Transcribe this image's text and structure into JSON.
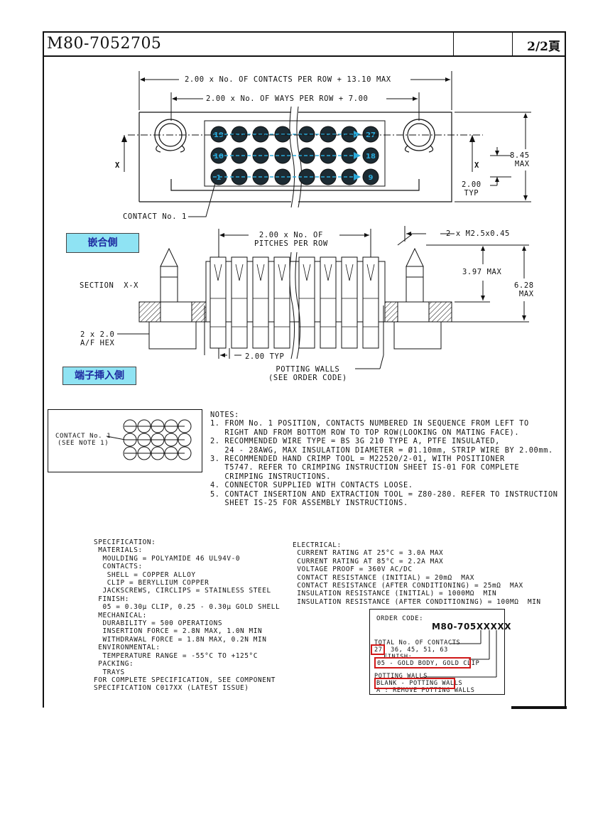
{
  "header": {
    "part_number": "M80-7052705",
    "page": "2/2頁"
  },
  "labels": {
    "mating_side": "嵌合側",
    "terminal_side": "端子挿入側"
  },
  "dimensions": {
    "overall_length": "2.00 x No. OF CONTACTS PER ROW + 13.10 MAX",
    "ways_length": "2.00 x No. OF WAYS PER ROW + 7.00",
    "height_max": "8.45\nMAX",
    "pitch_typ": "2.00\nTYP",
    "contact_no_1": "CONTACT No. 1",
    "pitches_per_row": "2.00 x No. OF\nPITCHES PER ROW",
    "thread": "2 x M2.5x0.45",
    "dim_397": "3.97 MAX",
    "dim_628": "6.28\nMAX",
    "section": "SECTION  X-X",
    "hex": "2 x 2.0\nA/F HEX",
    "pitch_bottom": "2.00 TYP",
    "potting": "POTTING WALLS\n(SEE ORDER CODE)",
    "x_left": "X",
    "x_right": "X"
  },
  "pin_numbers": {
    "top_left": "19",
    "top_right": "27",
    "mid_left": "10",
    "mid_right": "18",
    "bot_left": "1",
    "bot_right": "9"
  },
  "note_box": {
    "label": "CONTACT No. 1\n(SEE NOTE 1)"
  },
  "notes": "NOTES:\n1. FROM No. 1 POSITION, CONTACTS NUMBERED IN SEQUENCE FROM LEFT TO\n   RIGHT AND FROM BOTTOM ROW TO TOP ROW(LOOKING ON MATING FACE).\n2. RECOMMENDED WIRE TYPE = BS 3G 210 TYPE A, PTFE INSULATED,\n   24 - 28AWG, MAX INSULATION DIAMETER = Ø1.10mm, STRIP WIRE BY 2.00mm.\n3. RECOMMENDED HAND CRIMP TOOL = M22520/2-01, WITH POSITIONER\n   T5747. REFER TO CRIMPING INSTRUCTION SHEET IS-01 FOR COMPLETE\n   CRIMPING INSTRUCTIONS.\n4. CONNECTOR SUPPLIED WITH CONTACTS LOOSE.\n5. CONTACT INSERTION AND EXTRACTION TOOL = Z80-280. REFER TO INSTRUCTION\n   SHEET IS-25 FOR ASSEMBLY INSTRUCTIONS.",
  "specification": "SPECIFICATION:\n MATERIALS:\n  MOULDING = POLYAMIDE 46 UL94V-0\n  CONTACTS:\n   SHELL = COPPER ALLOY\n   CLIP = BERYLLIUM COPPER\n  JACKSCREWS, CIRCLIPS = STAINLESS STEEL\n FINISH:\n  05 = 0.30μ CLIP, 0.25 - 0.30μ GOLD SHELL\n MECHANICAL:\n  DURABILITY = 500 OPERATIONS\n  INSERTION FORCE = 2.8N MAX, 1.0N MIN\n  WITHDRAWAL FORCE = 1.8N MAX, 0.2N MIN\n ENVIRONMENTAL:\n  TEMPERATURE RANGE = -55°C TO +125°C\n PACKING:\n  TRAYS\nFOR COMPLETE SPECIFICATION, SEE COMPONENT\nSPECIFICATION C017XX (LATEST ISSUE)",
  "electrical": "ELECTRICAL:\n CURRENT RATING AT 25°C = 3.0A MAX\n CURRENT RATING AT 85°C = 2.2A MAX\n VOLTAGE PROOF = 360V AC/DC\n CONTACT RESISTANCE (INITIAL) = 20mΩ  MAX\n CONTACT RESISTANCE (AFTER CONDITIONING) = 25mΩ  MAX\n INSULATION RESISTANCE (INITIAL) = 1000MΩ  MIN\n INSULATION RESISTANCE (AFTER CONDITIONING) = 100MΩ  MIN",
  "order_code": {
    "heading": "ORDER CODE:",
    "code": "M80-705XXXXX",
    "total_label": "TOTAL No. OF CONTACTS",
    "total_values": "27, 36, 45, 51, 63",
    "finish_label": "FINISH:",
    "finish_value": "05 - GOLD BODY, GOLD CLIP",
    "potting_label": "POTTING WALLS",
    "potting_blank": "BLANK - POTTING WALLS",
    "potting_a": "A : REMOVE POTTING WALLS"
  },
  "colors": {
    "label_bg": "#8fe3f3",
    "label_text": "#1d2aa0",
    "highlight": "#d01818",
    "pin_arrow": "#2aa8d8"
  }
}
